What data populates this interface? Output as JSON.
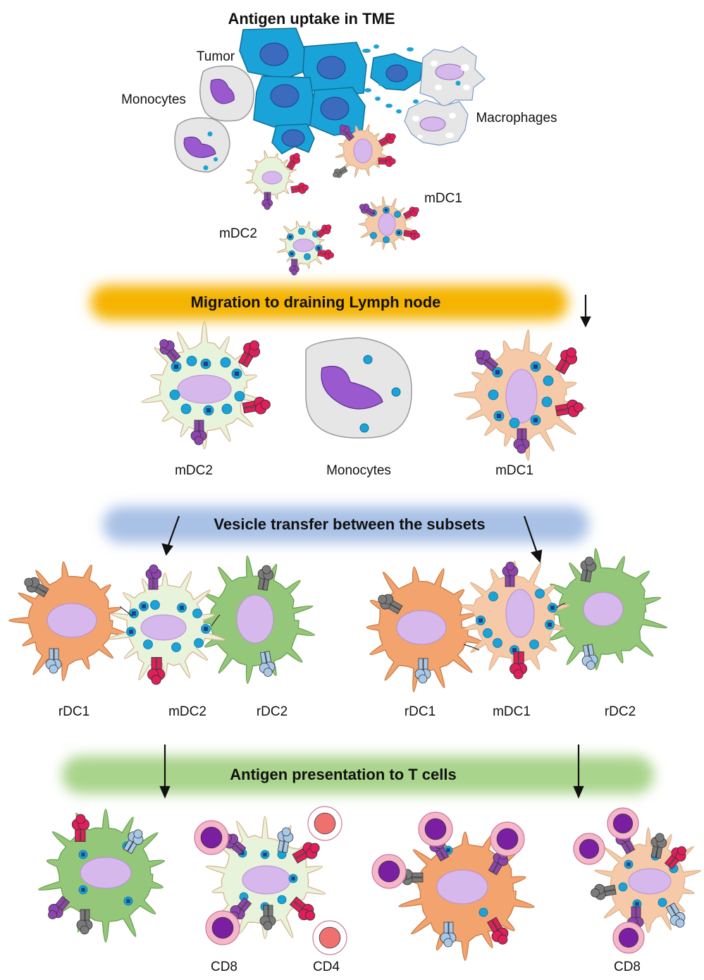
{
  "title": "Antigen uptake in TME",
  "top_labels": {
    "tumor": "Tumor",
    "monocytes": "Monocytes",
    "macrophages": "Macrophages",
    "mdc1": "mDC1",
    "mdc2": "mDC2"
  },
  "steps": {
    "migration": "Migration to draining Lymph node",
    "vesicle": "Vesicle transfer between the subsets",
    "presentation": "Antigen presentation to T cells"
  },
  "lymph_node_labels": [
    "mDC2",
    "Monocytes",
    "mDC1"
  ],
  "transfer_left_labels": [
    "rDC1",
    "mDC2",
    "rDC2"
  ],
  "transfer_right_labels": [
    "rDC1",
    "mDC1",
    "rDC2"
  ],
  "tcell_labels": {
    "cd8_left": "CD8",
    "cd4": "CD4",
    "cd8_right": "CD8"
  },
  "colors": {
    "tumor": "#1aa3d9",
    "tumor_nucleus": "#3a6bbf",
    "mono_cell": "#e6e6e6",
    "nucleus_purple": "#9b59d0",
    "mdc2_cell": "#e8f3dc",
    "mdc1_cell": "#f6caa8",
    "rdc1_cell": "#f2a36e",
    "rdc2_cell": "#94c77a",
    "dc_nucleus": "#d6b8ec",
    "vesicle": "#1aa3d9",
    "mhc_red": "#e01e5a",
    "mhc_purple": "#8e44ad",
    "mhc_gray": "#7a7a7a",
    "mhc_lightblue": "#a9c8e8",
    "band_orange": "#f5b400",
    "band_blue": "#a9c1e6",
    "band_green": "#a9d48b",
    "tcell_pink": "#f4b6c8",
    "tcell_nucleus": "#7a1fa2"
  }
}
